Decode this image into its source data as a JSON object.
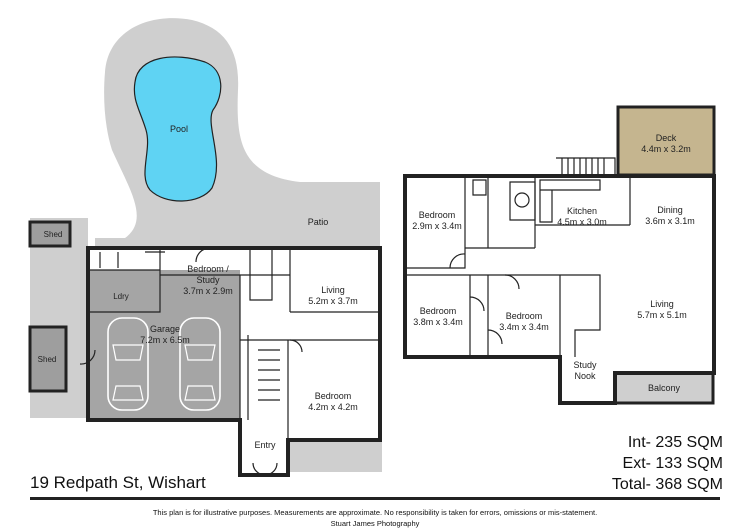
{
  "labels": {
    "pool": "Pool",
    "patio": "Patio",
    "shed_top": "Shed",
    "shed_bottom": "Shed",
    "ldry": "Ldry",
    "garage": "Garage",
    "garage_dim": "7.2m x 6.5m",
    "bed_study": "Bedroom /",
    "bed_study2": "Study",
    "bed_study_dim": "3.7m x 2.9m",
    "living_g": "Living",
    "living_g_dim": "5.2m x 3.7m",
    "bedroom_g": "Bedroom",
    "bedroom_g_dim": "4.2m x 4.2m",
    "entry": "Entry",
    "deck": "Deck",
    "deck_dim": "4.4m x 3.2m",
    "bedroom_a": "Bedroom",
    "bedroom_a_dim": "2.9m x 3.4m",
    "kitchen": "Kitchen",
    "kitchen_dim": "4.5m x 3.0m",
    "dining": "Dining",
    "dining_dim": "3.6m x 3.1m",
    "bedroom_b": "Bedroom",
    "bedroom_b_dim": "3.8m x 3.4m",
    "bedroom_c": "Bedroom",
    "bedroom_c_dim": "3.4m x 3.4m",
    "living_u": "Living",
    "living_u_dim": "5.7m x 5.1m",
    "study_nook": "Study",
    "study_nook2": "Nook",
    "balcony": "Balcony"
  },
  "address": "19 Redpath St, Wishart",
  "stats": {
    "int": "Int- 235 SQM",
    "ext": "Ext- 133 SQM",
    "total": "Total- 368 SQM"
  },
  "disclaimer": "This plan is for illustrative purposes. Measurements are approximate. No responsibility is taken for errors, omissions or mis-statement.",
  "credit": "Stuart James Photography",
  "colors": {
    "outdoor": "#cfcfcf",
    "garage": "#a5a5a5",
    "pool": "#5fd3f3",
    "deck": "#c5b58f",
    "wall": "#222222"
  }
}
